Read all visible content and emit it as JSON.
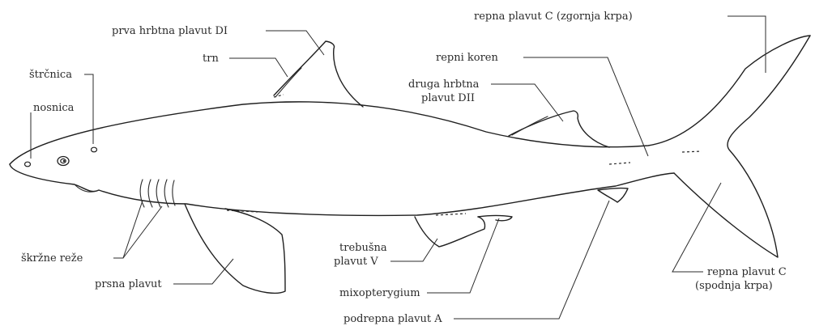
{
  "labels": {
    "prva_hrbtna": "prva hrbtna plavut DI",
    "trn": "trn",
    "strcnica": "štrčnica",
    "nosnica": "nosnica",
    "repna_zgornja": "repna plavut C (zgornja krpa)",
    "repni_koren": "repni koren",
    "druga_hrbtna_1": "druga hrbtna",
    "druga_hrbtna_2": "plavut DII",
    "skrzne_reze": "škržne reže",
    "prsna_plavut": "prsna plavut",
    "trebusna_1": "trebušna",
    "trebusna_2": "plavut V",
    "mixopterygium": "mixopterygium",
    "podrepna": "podrepna plavut A",
    "repna_spodnja_1": "repna plavut C",
    "repna_spodnja_2": "(spodnja krpa)"
  }
}
